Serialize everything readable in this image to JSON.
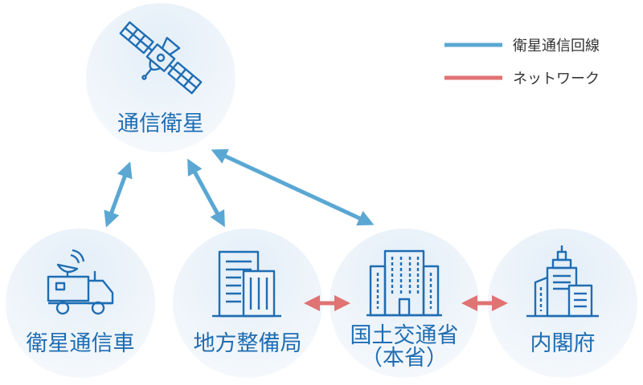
{
  "legend": [
    {
      "label": "衛星通信回線",
      "color": "#5aa7d3"
    },
    {
      "label": "ネットワーク",
      "color": "#e07373"
    }
  ],
  "nodes": {
    "satellite": {
      "label": "通信衛星"
    },
    "vehicle": {
      "label": "衛星通信車"
    },
    "regional": {
      "label": "地方整備局"
    },
    "mlit": {
      "label": "国土交通省",
      "sublabel": "（本省）"
    },
    "cabinet": {
      "label": "内閣府"
    }
  },
  "links": [
    {
      "from": "satellite",
      "to": "vehicle",
      "type": "衛星通信回線"
    },
    {
      "from": "satellite",
      "to": "regional",
      "type": "衛星通信回線"
    },
    {
      "from": "satellite",
      "to": "mlit",
      "type": "衛星通信回線"
    },
    {
      "from": "regional",
      "to": "mlit",
      "type": "ネットワーク"
    },
    {
      "from": "mlit",
      "to": "cabinet",
      "type": "ネットワーク"
    }
  ]
}
